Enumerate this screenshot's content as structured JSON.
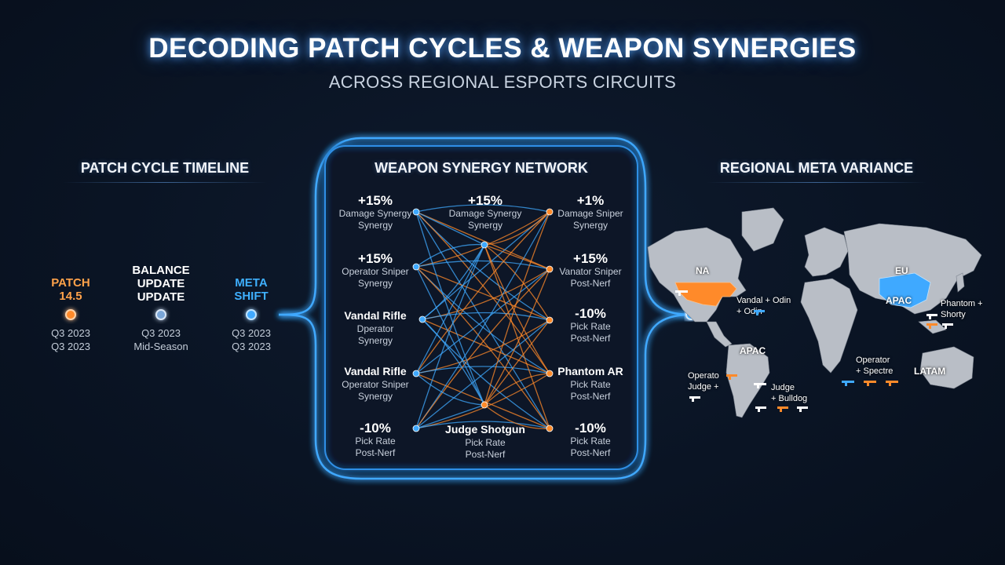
{
  "header": {
    "title": "DECODING PATCH CYCLES & WEAPON SYNERGIES",
    "subtitle": "ACROSS REGIONAL ESPORTS CIRCUITS"
  },
  "colors": {
    "accent_blue": "#3fa9ff",
    "accent_orange": "#ff8a2a",
    "background": "#0a1424",
    "map_land": "#b9bec6"
  },
  "timeline": {
    "title": "PATCH CYCLE TIMELINE",
    "events": [
      {
        "label": "PATCH\n14.5",
        "date": "Q3 2023\nQ3 2023",
        "color": "orange"
      },
      {
        "label": "BALANCE\nUPDATE\nUPDATE",
        "date": "Q3 2023\nMid-Season",
        "color": "white"
      },
      {
        "label": "META\nSHIFT",
        "date": "Q3 2023\nQ3 2023",
        "color": "blue"
      }
    ]
  },
  "network": {
    "title": "WEAPON SYNERGY NETWORK",
    "nodes": [
      {
        "value": "+15%",
        "lines": "Damage Synergy\nSynergy"
      },
      {
        "value": "+15%",
        "lines": "Operator Sniper\nSynergy"
      },
      {
        "value": "Vandal Rifle",
        "lines": "Dperator\nSynergy"
      },
      {
        "value": "Vandal Rifle",
        "lines": "Operator Sniper\nSynergy"
      },
      {
        "value": "-10%",
        "lines": "Pick Rate\nPost-Nerf"
      },
      {
        "value": "+15%",
        "lines": "Damage Synergy\nSynergy"
      },
      {
        "value": "Judge Shotgun",
        "lines": "Pick Rate\nPost-Nerf"
      },
      {
        "value": "+1%",
        "lines": "Damage Sniper\nSynergy"
      },
      {
        "value": "+15%",
        "lines": "Vanator Sniper\nPost-Nerf"
      },
      {
        "value": "-10%",
        "lines": "Pick Rate\nPost-Nerf"
      },
      {
        "value": "Phantom AR",
        "lines": "Pick Rate\nPost-Nerf"
      },
      {
        "value": "-10%",
        "lines": "Pick Rate\nPost-Nerf"
      }
    ]
  },
  "regional": {
    "title": "REGIONAL META VARIANCE",
    "labels": {
      "na": "NA",
      "eu": "EU",
      "apac_main": "APAC",
      "apac_sa": "APAC",
      "latam": "LATAM"
    },
    "annotations": {
      "na_weapons": "Vandal + Odin\n+ Odin",
      "apac_weapons": "Phantom +\nShorty",
      "latam_weapons": "Operator\n+ Spectre",
      "sa_weapons": "Operato\nJudge +",
      "sa_weapons_2": "Judge\n+ Bulldog"
    }
  }
}
